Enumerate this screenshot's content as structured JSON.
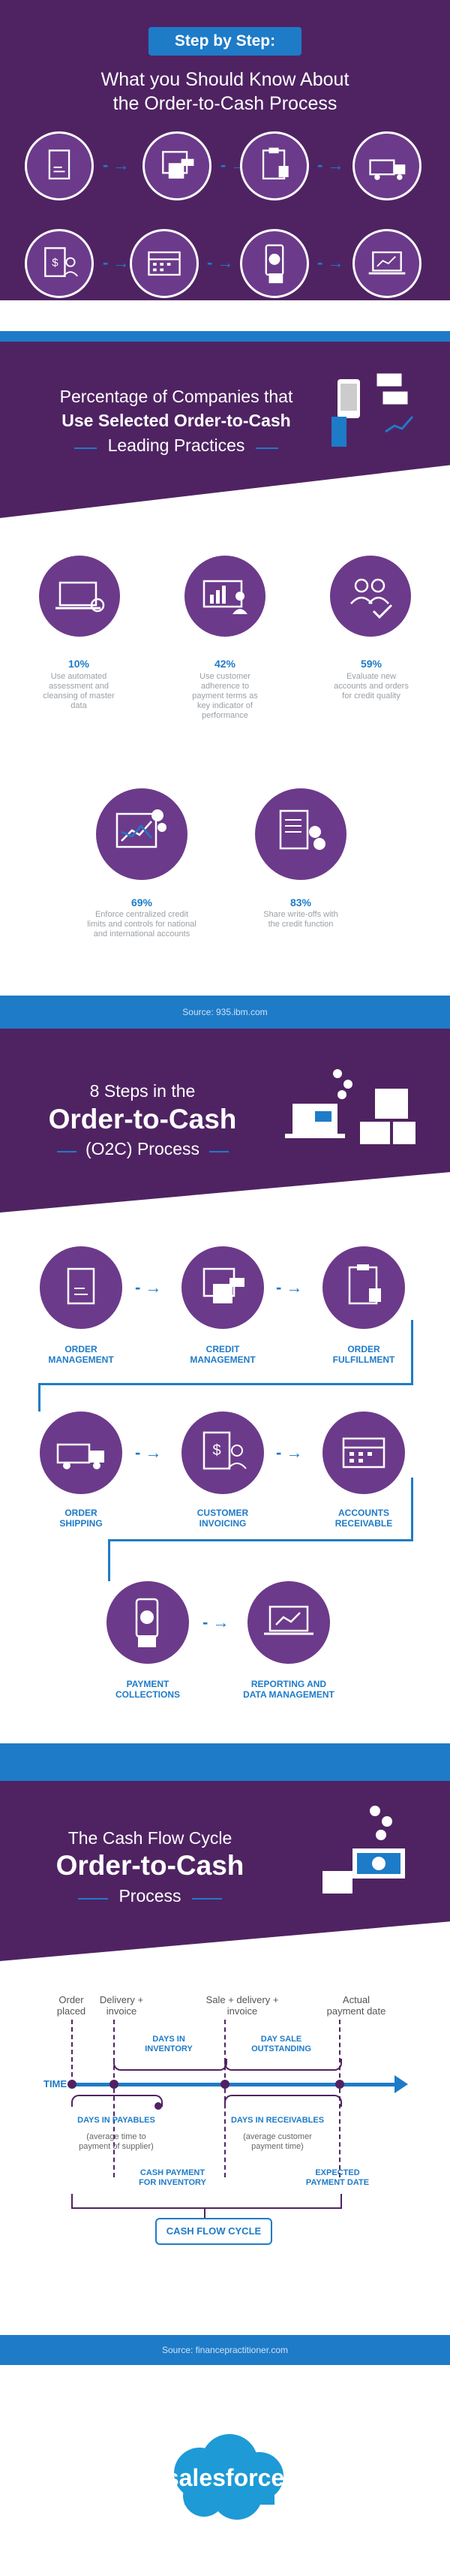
{
  "header": {
    "badge": "Step by Step:",
    "title_line1": "What you Should Know About",
    "title_line2": "the Order-to-Cash Process",
    "icons": [
      "document-icon",
      "credit-card-icon",
      "clipboard-icon",
      "truck-icon",
      "invoice-icon",
      "calendar-icon",
      "payment-phone-icon",
      "laptop-chart-icon"
    ]
  },
  "percent_section": {
    "title_line1": "Percentage of Companies that",
    "title_line2": "Use Selected Order-to-Cash",
    "title_line3": "Leading Practices",
    "stats": [
      {
        "pct": "10%",
        "text": "Use automated assessment and cleansing of master data"
      },
      {
        "pct": "42%",
        "text": "Use customer adherence to payment terms as key indicator of performance"
      },
      {
        "pct": "59%",
        "text": "Evaluate new accounts and orders for credit quality"
      },
      {
        "pct": "69%",
        "text": "Enforce centralized credit limits and controls for national and international accounts"
      },
      {
        "pct": "83%",
        "text": "Share write-offs with the credit function"
      }
    ],
    "source": "Source: 935.ibm.com"
  },
  "steps_section": {
    "title_line1": "8 Steps in the",
    "title_line2": "Order-to-Cash",
    "title_line3": "(O2C) Process",
    "steps": [
      {
        "line1": "ORDER",
        "line2": "MANAGEMENT"
      },
      {
        "line1": "CREDIT",
        "line2": "MANAGEMENT"
      },
      {
        "line1": "ORDER",
        "line2": "FULFILLMENT"
      },
      {
        "line1": "ORDER",
        "line2": "SHIPPING"
      },
      {
        "line1": "CUSTOMER",
        "line2": "INVOICING"
      },
      {
        "line1": "ACCOUNTS",
        "line2": "RECEIVABLE"
      },
      {
        "line1": "PAYMENT",
        "line2": "COLLECTIONS"
      },
      {
        "line1": "REPORTING AND",
        "line2": "DATA MANAGEMENT"
      }
    ]
  },
  "cycle_section": {
    "title_line1": "The Cash Flow Cycle",
    "title_line2": "Order-to-Cash",
    "title_line3": "Process",
    "top_labels": [
      {
        "line1": "Order",
        "line2": "placed"
      },
      {
        "line1": "Delivery +",
        "line2": "invoice"
      },
      {
        "line1": "Sale + delivery +",
        "line2": "invoice"
      },
      {
        "line1": "Actual",
        "line2": "payment date"
      }
    ],
    "days_in_inventory": {
      "line1": "DAYS IN",
      "line2": "INVENTORY"
    },
    "day_sale_outstanding": {
      "line1": "DAY SALE",
      "line2": "OUTSTANDING"
    },
    "time_label": "TIME",
    "days_in_payables": {
      "title": "DAYS IN PAYABLES",
      "sub1": "(average time to",
      "sub2": "payment of supplier)"
    },
    "days_in_receivables": {
      "title": "DAYS IN RECEIVABLES",
      "sub1": "(average customer",
      "sub2": "payment time)"
    },
    "cash_payment": {
      "line1": "CASH PAYMENT",
      "line2": "FOR INVENTORY"
    },
    "expected_payment": {
      "line1": "EXPECTED",
      "line2": "PAYMENT DATE"
    },
    "cycle_label": "CASH FLOW CYCLE",
    "source": "Source: financepractitioner.com"
  },
  "footer": {
    "logo": "salesforce"
  }
}
